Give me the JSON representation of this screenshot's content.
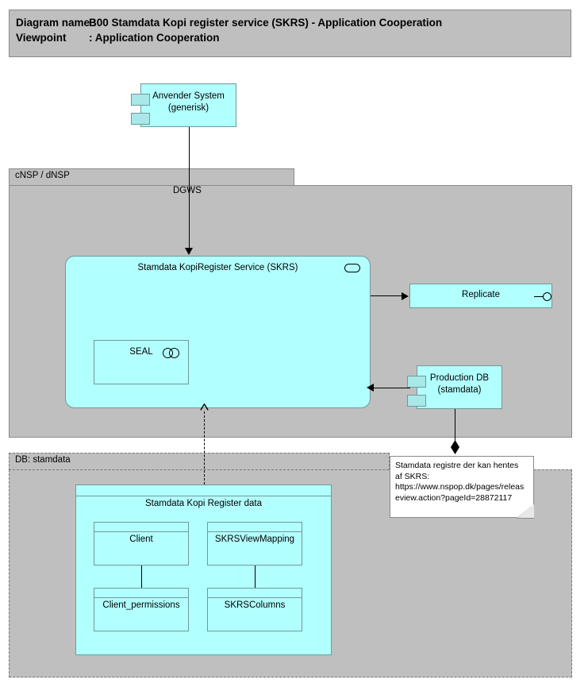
{
  "header": {
    "diagram_name_label": "Diagram name :",
    "diagram_name_value": "B00 Stamdata Kopi register service (SKRS) - Application Cooperation",
    "viewpoint_label": "Viewpoint",
    "viewpoint_value": ": Application Cooperation"
  },
  "elements": {
    "anvender_system": {
      "label": "Anvender System\n(generisk)",
      "line1": "Anvender System",
      "line2": "(generisk)"
    },
    "skrs_service": {
      "label": "Stamdata KopiRegister Service (SKRS)",
      "icon": "application-service-icon"
    },
    "seal": {
      "label": "SEAL",
      "icon": "application-collaboration-icon"
    },
    "replicate": {
      "label": "Replicate",
      "icon": "application-interface-icon"
    },
    "production_db": {
      "line1": "Production DB",
      "line2": "(stamdata)"
    },
    "register_data": {
      "label": "Stamdata Kopi Register data"
    }
  },
  "groups": {
    "cnsp": {
      "label": "cNSP / dNSP"
    },
    "db_stamdata": {
      "label": "DB: stamdata"
    }
  },
  "entities": [
    {
      "name": "Client"
    },
    {
      "name": "SKRSViewMapping"
    },
    {
      "name": "Client_permissions"
    },
    {
      "name": "SKRSColumns"
    }
  ],
  "edges": {
    "dgws_label": "DGWS"
  },
  "note": {
    "text": "Stamdata registre der kan hentes af SKRS: https://www.nspop.dk/pages/releaseview.action?pageId=28872117"
  },
  "colors": {
    "element_fill": "#b2ffff",
    "element_border": "#6f9a9a",
    "group_fill": "#bfbfbf",
    "group_border": "#8a8a8a",
    "note_fill": "#ffffff",
    "line": "#000000",
    "page_background": "#ffffff"
  }
}
